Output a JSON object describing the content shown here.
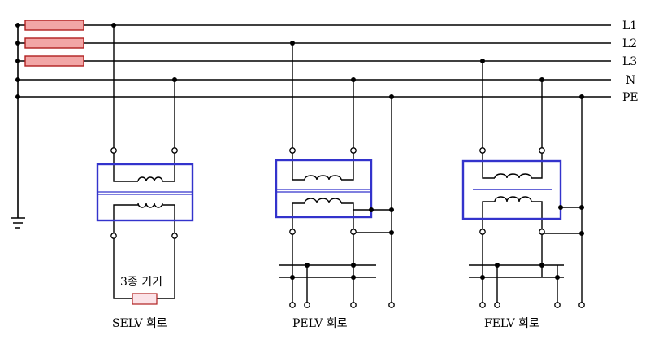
{
  "lines": {
    "l1": "L1",
    "l2": "L2",
    "l3": "L3",
    "n": "N",
    "pe": "PE"
  },
  "circuits": {
    "selv": {
      "label": "SELV 회로",
      "load_label": "3종 기기"
    },
    "pelv": {
      "label": "PELV 회로"
    },
    "felv": {
      "label": "FELV 회로"
    }
  },
  "colors": {
    "fuse_fill": "#f2a6a6",
    "fuse_stroke": "#b02020",
    "transformer_frame": "#3333cc",
    "wire": "#000000",
    "load_fill": "#fbe3e8"
  }
}
